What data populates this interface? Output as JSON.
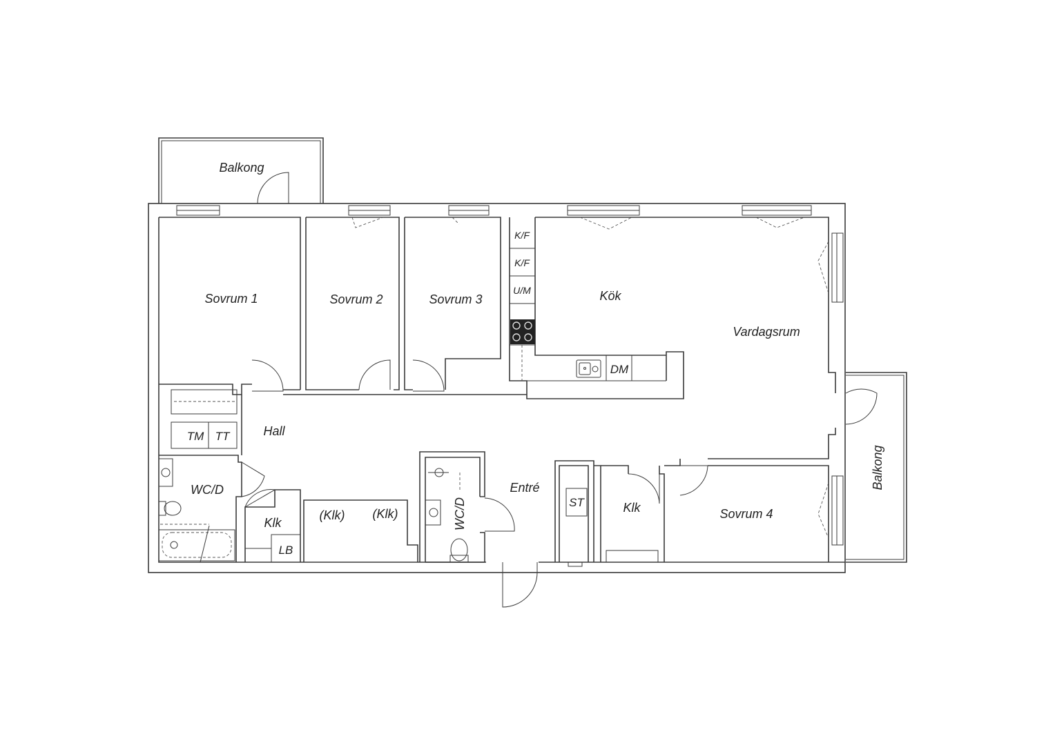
{
  "rooms": {
    "balkong_top": "Balkong",
    "sovrum1": "Sovrum 1",
    "sovrum2": "Sovrum 2",
    "sovrum3": "Sovrum 3",
    "kok": "Kök",
    "vardagsrum": "Vardagsrum",
    "balkong_right": "Balkong",
    "hall": "Hall",
    "wcd_left": "WC/D",
    "klk_small": "Klk",
    "klk_paren1": "(Klk)",
    "klk_paren2": "(Klk)",
    "wcd_mid": "WC/D",
    "entre": "Entré",
    "klk_right": "Klk",
    "sovrum4": "Sovrum 4"
  },
  "fixtures": {
    "kf1": "K/F",
    "kf2": "K/F",
    "um": "U/M",
    "dm": "DM",
    "tm": "TM",
    "tt": "TT",
    "lb": "LB",
    "st": "ST"
  },
  "icons": {
    "stove": "stove-icon",
    "sink": "kitchen-sink-icon",
    "toilet": "toilet-icon",
    "bathtub": "bathtub-icon",
    "washbasin": "washbasin-icon"
  }
}
